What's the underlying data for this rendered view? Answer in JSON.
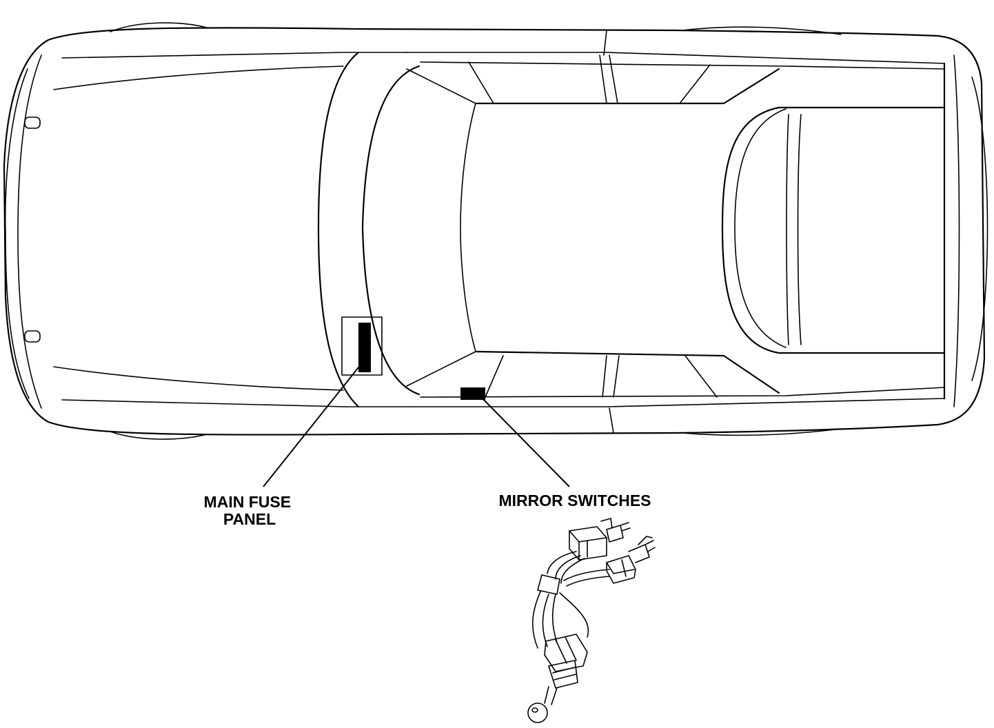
{
  "labels": {
    "main_fuse_panel": [
      "MAIN FUSE",
      "PANEL"
    ],
    "mirror_switches": "MIRROR SWITCHES"
  },
  "colors": {
    "line": "#000000",
    "background": "#ffffff"
  }
}
